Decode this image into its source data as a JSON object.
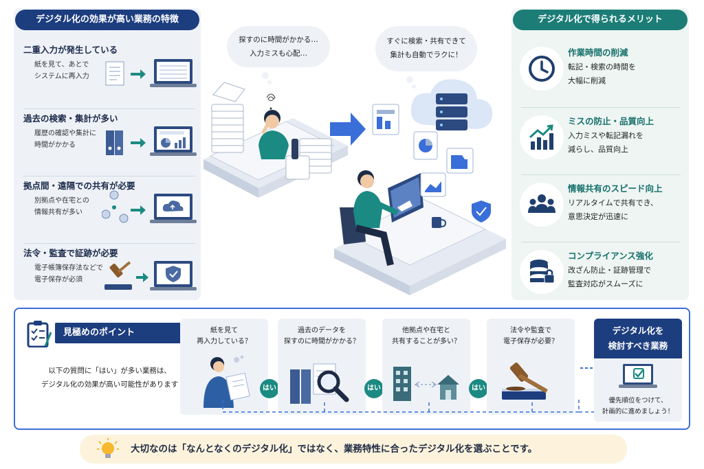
{
  "left": {
    "title": "デジタル化の効果が高い業務の特徴",
    "items": [
      {
        "title": "二重入力が発生している",
        "desc": [
          "紙を見て、あとで",
          "システムに再入力"
        ]
      },
      {
        "title": "過去の検索・集計が多い",
        "desc": [
          "履歴の確認や集計に",
          "時間がかかる"
        ]
      },
      {
        "title": "拠点間・遠隔での共有が必要",
        "desc": [
          "別拠点や在宅との",
          "情報共有が多い"
        ]
      },
      {
        "title": "法令・監査で証跡が必要",
        "desc": [
          "電子帳簿保存法などで",
          "電子保存が必須"
        ]
      }
    ]
  },
  "center": {
    "bubble_before": [
      "探すのに時間がかかる…",
      "入力ミスも心配…"
    ],
    "bubble_after": [
      "すぐに検索・共有できて",
      "集計も自動でラクに！"
    ]
  },
  "right": {
    "title": "デジタル化で得られるメリット",
    "items": [
      {
        "title": "作業時間の削減",
        "desc": [
          "転記・検索の時間を",
          "大幅に削減"
        ],
        "icon": "clock-icon"
      },
      {
        "title": "ミスの防止・品質向上",
        "desc": [
          "入力ミスや転記漏れを",
          "減らし、品質向上"
        ],
        "icon": "chart-up-icon"
      },
      {
        "title": "情報共有のスピード向上",
        "desc": [
          "リアルタイムで共有でき、",
          "意思決定が迅速に"
        ],
        "icon": "people-icon"
      },
      {
        "title": "コンプライアンス強化",
        "desc": [
          "改ざん防止・証跡管理で",
          "監査対応がスムーズに"
        ],
        "icon": "database-lock-icon"
      }
    ]
  },
  "bottom": {
    "label": "見極めのポイント",
    "desc": [
      "以下の質問に「はい」が多い業務は、",
      "デジタル化の効果が高い可能性があります"
    ],
    "questions": [
      {
        "text": [
          "紙を見て",
          "再入力している？"
        ]
      },
      {
        "text": [
          "過去のデータを",
          "探すのに時間がかかる？"
        ]
      },
      {
        "text": [
          "他拠点や在宅と",
          "共有することが多い？"
        ]
      },
      {
        "text": [
          "法令や監査で",
          "電子保存が必要？"
        ]
      }
    ],
    "yes_label": "はい",
    "result": {
      "title": [
        "デジタル化を",
        "検討すべき業務"
      ],
      "note": [
        "優先順位をつけて、",
        "計画的に進めましょう！"
      ]
    }
  },
  "conclusion": "大切なのは「なんとなくのデジタル化」ではなく、業務特性に合ったデジタル化を選ぶことです。",
  "colors": {
    "navy": "#1c3d7e",
    "teal": "#1b7d76",
    "blue": "#3a6ed8",
    "yes": "#1b8a82",
    "bulb": "#f5b82e"
  }
}
